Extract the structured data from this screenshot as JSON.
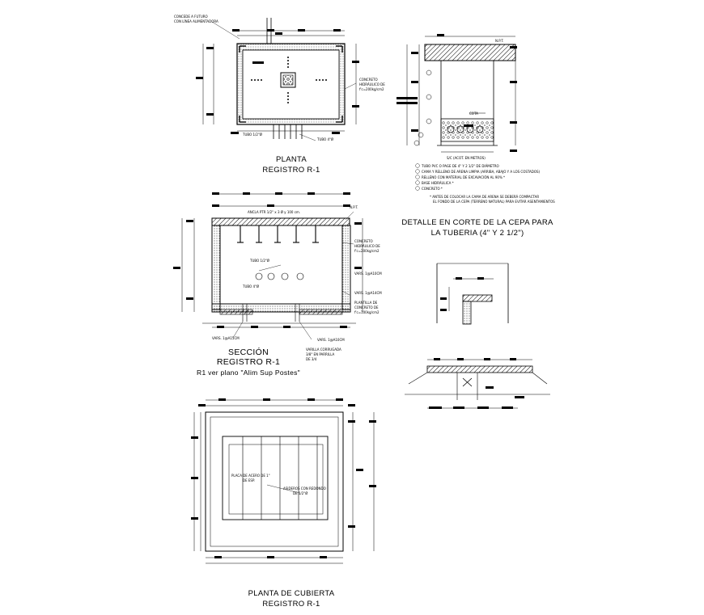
{
  "drawings": {
    "planta": {
      "title": "PLANTA",
      "subtitle": "REGISTRO R-1",
      "note_top": "CONCEDE A FUTURO",
      "note_top2": "CON LÍNEA ALIMENTADORA",
      "note_concrete": "CONCRETO",
      "note_concrete2": "HIDRÁULICO DE",
      "note_concrete3": "f'c=200kg/cm2",
      "note_tube": "TUBO 1/2\"Ø",
      "note_tube2": "TUBO 4\"Ø"
    },
    "detalle_cepa": {
      "title": "DETALLE EN CORTE DE LA CEPA PARA",
      "subtitle": "LA TUBERIA (4\" Y 2 1/2\")",
      "npt": "N.P.T.",
      "cota": "COTA",
      "scale": "S/C (ACOT. EN METROS)",
      "legend": [
        "TUBO PVC O PAGE DE 4\" Y 2 1/2\" DE DIÁMETRO",
        "CAMA Y RELLENO DE ARENA LIMPIA (ARRIBA, ABAJO Y A LOS COSTADOS)",
        "RELLENO CON MATERIAL DE EXCAVACIÓN AL 90% *",
        "BASE HIDRÁULICA *",
        "CONCRETO *"
      ],
      "footnote": "* ANTES DE COLOCAR LA CAMA DE ARENA SE DEBERÁ COMPACTAR",
      "footnote2": "EL FONDO DE LA CEPA (TERRENO NATURAL) PARA EVITAR ASENTAMIENTOS"
    },
    "seccion": {
      "title": "SECCIÓN",
      "subtitle": "REGISTRO R-1",
      "ref": "R1 ver plano \"Alim Sup Postes\"",
      "note_anchor": "ANCLA PTR 1/2\" x 3 Ø y 100 cm.",
      "note_npt": "N.P.T.",
      "note_concrete": "CONCRETO",
      "note_concrete2": "HIDRÁULICO DE",
      "note_concrete3": "f'c=200kg/cm2",
      "note_tube": "TUBO 1/2\"Ø",
      "note_tube2": "TUBO 4\"Ø",
      "note_var1": "VARS. 1@A10CM",
      "note_var2": "VARS. 1@A14CM",
      "note_plantilla": "PLANTILLA DE",
      "note_plantilla2": "CONCRETO DE",
      "note_plantilla3": "f'c=100kg/cm2",
      "note_var3": "VARS. 1@A15CM",
      "note_var4": "VARS. 1@A10CM",
      "note_varilla": "VARILLA CORRUGADA",
      "note_varilla2": "3/8\" EN PARRILLA",
      "note_varilla3": "DE 3/4"
    },
    "cubierta": {
      "title": "PLANTA DE CUBIERTA",
      "subtitle": "REGISTRO R-1",
      "note_plate": "PLACA DE ACERO DE 1\"",
      "note_plate2": "DE ESP.",
      "note_handle": "ASIDEROS CON REDONDO",
      "note_handle2": "DE 1/2\"Ø"
    },
    "detail_b": {},
    "detail_c": {}
  }
}
